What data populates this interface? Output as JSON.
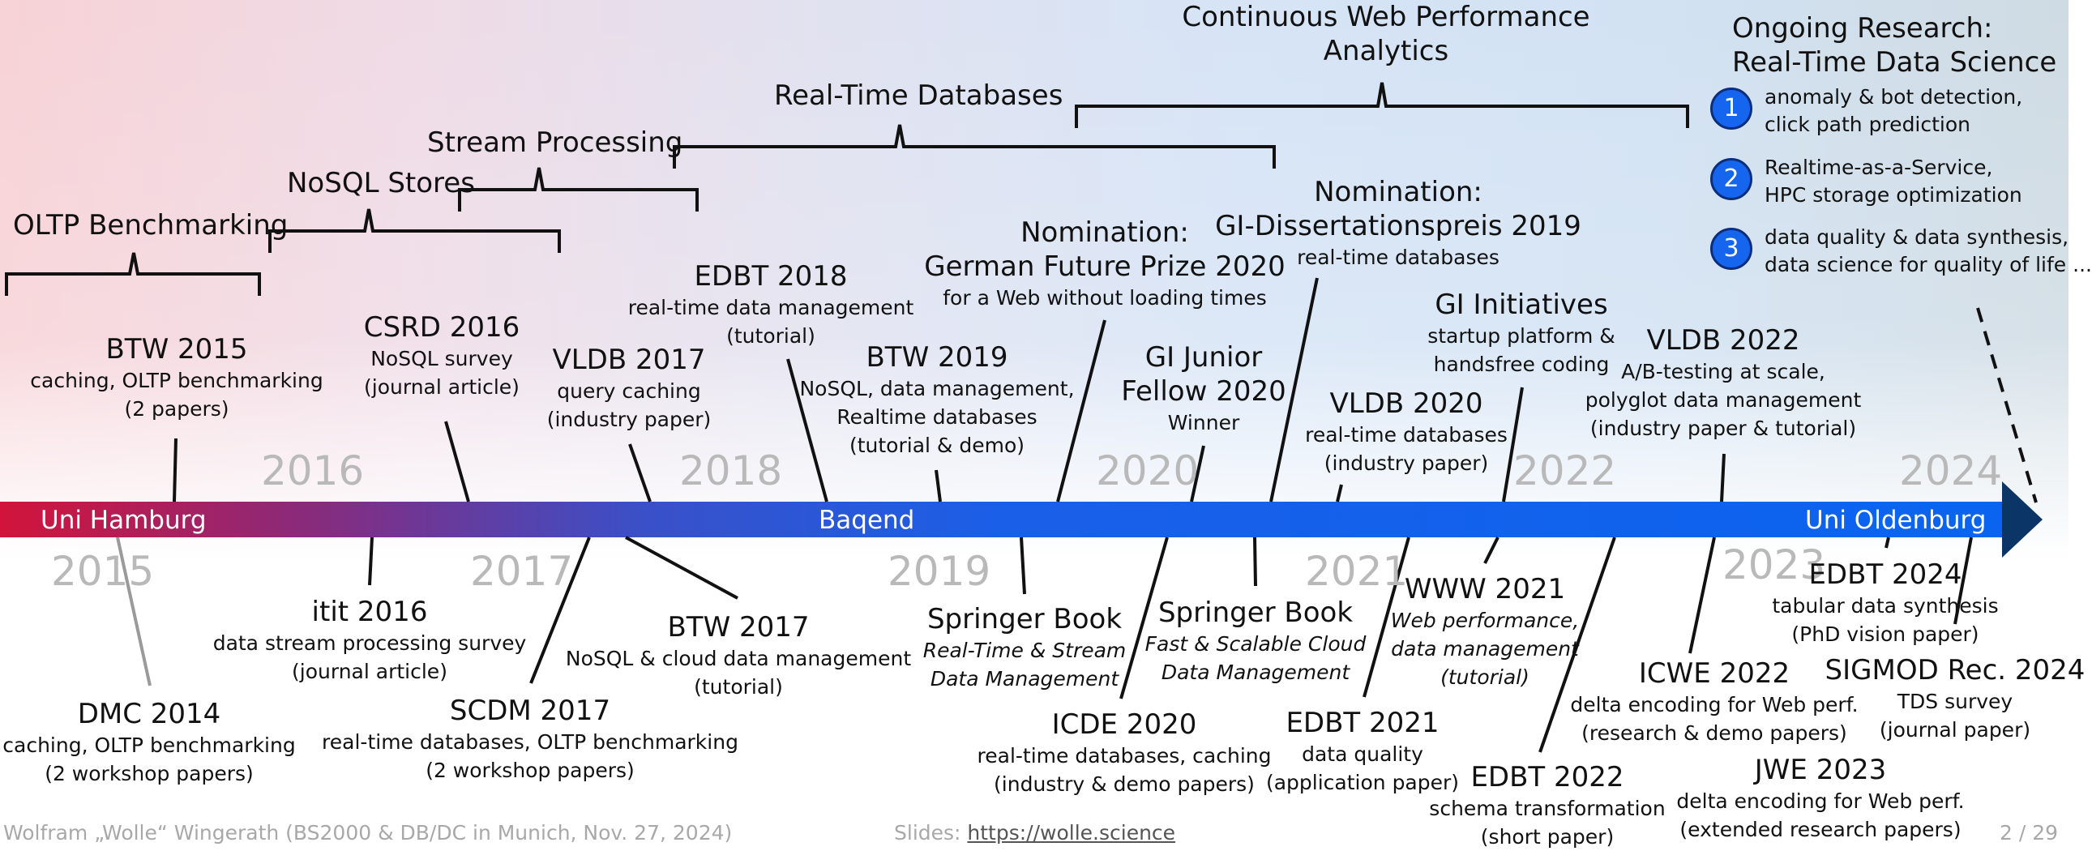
{
  "colors": {
    "bar_left": "#d2143a",
    "bar_mid": "#3a50c8",
    "bar_right": "#0a64f0",
    "arrow_head": "#0b3566",
    "badge": "#1565ee",
    "year_label": "#b9b9b9"
  },
  "topics": [
    {
      "key": "oltp",
      "label": "OLTP Benchmarking"
    },
    {
      "key": "nosql",
      "label": "NoSQL Stores"
    },
    {
      "key": "stream",
      "label": "Stream Processing"
    },
    {
      "key": "rtdb",
      "label": "Real-Time Databases"
    },
    {
      "key": "cwpa",
      "label": "Continuous Web Performance Analytics",
      "line1": "Continuous Web Performance",
      "line2": "Analytics"
    }
  ],
  "ongoing": {
    "title1": "Ongoing Research:",
    "title2": "Real-Time Data Science",
    "items": [
      {
        "num": "1",
        "line1": "anomaly & bot detection,",
        "line2": "click path prediction"
      },
      {
        "num": "2",
        "line1": "Realtime-as-a-Service,",
        "line2": "HPC storage optimization"
      },
      {
        "num": "3",
        "line1": "data quality & data synthesis,",
        "line2": "data science for quality of life ..."
      }
    ]
  },
  "bar": {
    "left": "Uni Hamburg",
    "mid": "Baqend",
    "right": "Uni Oldenburg"
  },
  "years_above": [
    "2016",
    "2018",
    "2020",
    "2022",
    "2024"
  ],
  "years_below": [
    "2015",
    "2017",
    "2019",
    "2021",
    "2023"
  ],
  "events_above": [
    {
      "key": "btw2015",
      "title": "BTW 2015",
      "l1": "caching, OLTP benchmarking",
      "l2": "(2 papers)"
    },
    {
      "key": "csrd2016",
      "title": "CSRD 2016",
      "l1": "NoSQL survey",
      "l2": "(journal article)"
    },
    {
      "key": "vldb2017",
      "title": "VLDB 2017",
      "l1": "query caching",
      "l2": "(industry paper)"
    },
    {
      "key": "edbt2018",
      "title": "EDBT 2018",
      "l1": "real-time data management",
      "l2": "(tutorial)"
    },
    {
      "key": "btw2019",
      "title": "BTW 2019",
      "l1": "NoSQL, data management,",
      "l2": "Realtime databases",
      "l3": "(tutorial & demo)"
    },
    {
      "key": "nomgfp",
      "title1": "Nomination:",
      "title2": "German Future Prize 2020",
      "l1": "for a Web without loading times"
    },
    {
      "key": "gijunior",
      "title1": "GI Junior",
      "title2": "Fellow 2020",
      "l1": "Winner"
    },
    {
      "key": "nomgi",
      "title1": "Nomination:",
      "title2": "GI-Dissertationspreis 2019",
      "l1": "real-time databases"
    },
    {
      "key": "vldb2020",
      "title": "VLDB 2020",
      "l1": "real-time databases",
      "l2": "(industry paper)"
    },
    {
      "key": "giinit",
      "title": "GI Initiatives",
      "l1": "startup platform &",
      "l2": "handsfree coding"
    },
    {
      "key": "vldb2022",
      "title": "VLDB 2022",
      "l1": "A/B-testing at scale,",
      "l2": "polyglot data management",
      "l3": "(industry paper & tutorial)"
    }
  ],
  "events_below": [
    {
      "key": "dmc2014",
      "title": "DMC 2014",
      "l1": "caching, OLTP benchmarking",
      "l2": "(2 workshop papers)"
    },
    {
      "key": "itit2016",
      "title": "itit 2016",
      "l1": "data stream processing survey",
      "l2": "(journal article)"
    },
    {
      "key": "scdm2017",
      "title": "SCDM 2017",
      "l1": "real-time databases, OLTP benchmarking",
      "l2": "(2 workshop papers)"
    },
    {
      "key": "btw2017",
      "title": "BTW 2017",
      "l1": "NoSQL & cloud data management",
      "l2": "(tutorial)"
    },
    {
      "key": "springer1",
      "title": "Springer Book",
      "l1": "Real-Time & Stream",
      "l2": "Data Management"
    },
    {
      "key": "icde2020",
      "title": "ICDE 2020",
      "l1": "real-time databases, caching",
      "l2": "(industry & demo papers)"
    },
    {
      "key": "springer2",
      "title": "Springer Book",
      "l1": "Fast & Scalable Cloud",
      "l2": "Data Management"
    },
    {
      "key": "edbt2021",
      "title": "EDBT 2021",
      "l1": "data quality",
      "l2": "(application paper)"
    },
    {
      "key": "www2021",
      "title": "WWW 2021",
      "l1": "Web performance,",
      "l2": "data management",
      "l3": "(tutorial)"
    },
    {
      "key": "edbt2022",
      "title": "EDBT 2022",
      "l1": "schema transformation",
      "l2": "(short paper)"
    },
    {
      "key": "icwe2022",
      "title": "ICWE 2022",
      "l1": "delta encoding for Web perf.",
      "l2": "(research & demo papers)"
    },
    {
      "key": "jwe2023",
      "title": "JWE 2023",
      "l1": "delta encoding for Web perf.",
      "l2": "(extended research papers)"
    },
    {
      "key": "edbt2024",
      "title": "EDBT 2024",
      "l1": "tabular data synthesis",
      "l2": "(PhD vision paper)"
    },
    {
      "key": "sigmod2024",
      "title": "SIGMOD Rec. 2024",
      "l1": "TDS survey",
      "l2": "(journal paper)"
    }
  ],
  "footer": {
    "author": "Wolfram „Wolle“ Wingerath (BS2000 & DB/DC in Munich, Nov. 27, 2024)",
    "slides_label": "Slides: ",
    "slides_link": "https://wolle.science",
    "page": "2 / 29"
  }
}
